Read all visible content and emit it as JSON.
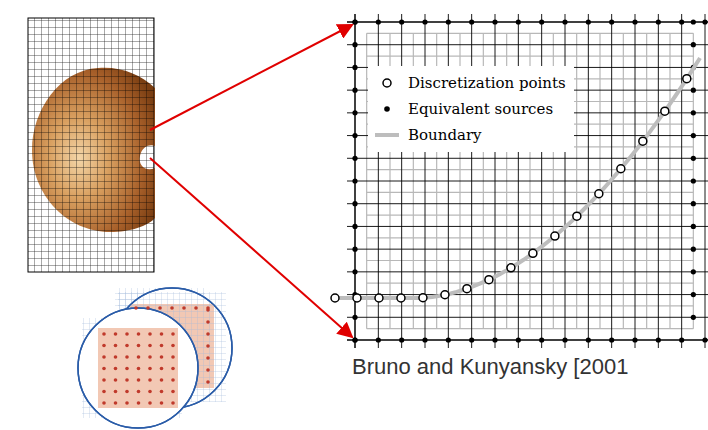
{
  "diagram": {
    "labels": [
      "Bruno and Kunyansky [2001"
    ],
    "legend": [
      {
        "text": "Discretization points"
      },
      {
        "text": "Equivalent sources"
      },
      {
        "text": "Boundary"
      }
    ]
  }
}
